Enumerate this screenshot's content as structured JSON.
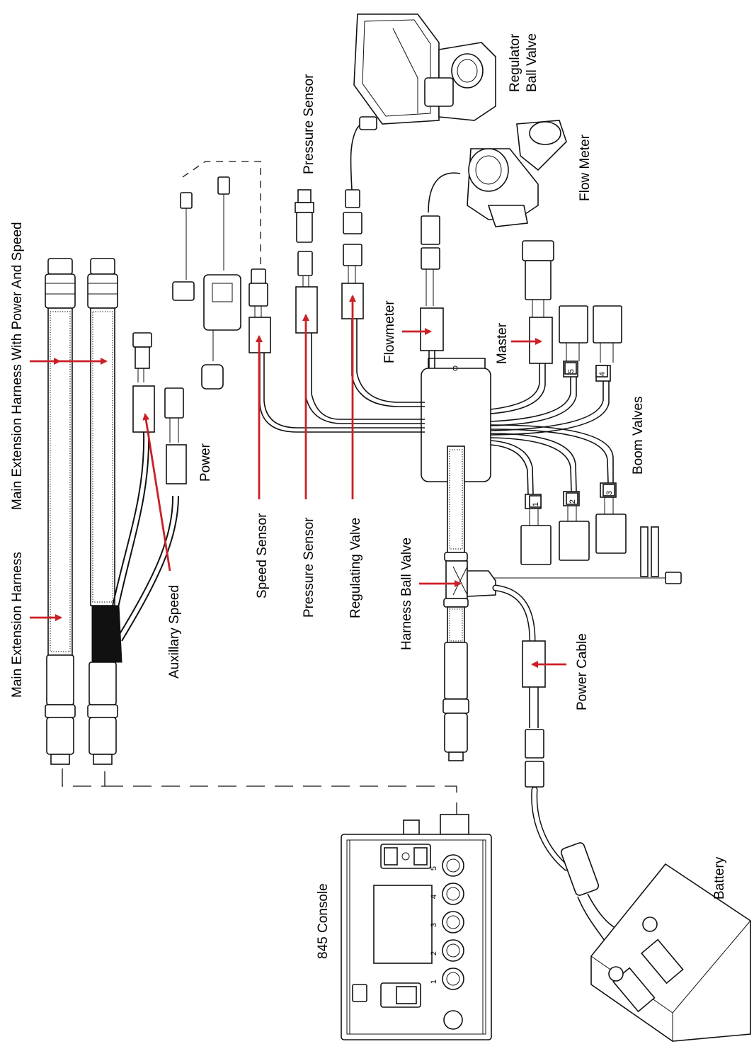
{
  "labels": {
    "main_extension_harness": "Main Extension Harness",
    "main_extension_harness_power_speed": "Main Extension Harness With Power And Speed",
    "auxillary_speed": "Auxillary Speed",
    "power": "Power",
    "speed_sensor": "Speed Sensor",
    "pressure_sensor_connector": "Pressure Sensor",
    "pressure_sensor_device": "Pressure Sensor",
    "regulating_valve": "Regulating Valve",
    "harness_ball_valve": "Harness Ball Valve",
    "flowmeter": "Flowmeter",
    "flow_meter_device": "Flow Meter",
    "regulator_ball_valve_line1": "Regulator",
    "regulator_ball_valve_line2": "Ball Valve",
    "master": "Master",
    "boom_valves": "Boom Valves",
    "power_cable": "Power Cable",
    "battery": "Battery",
    "console": "845 Console"
  },
  "boom_valve_numbers": [
    "1",
    "2",
    "3",
    "4",
    "5"
  ],
  "console_button_numbers": [
    "1",
    "2",
    "3",
    "4",
    "5"
  ],
  "colors": {
    "arrow": "#cc1f26",
    "line": "#111111"
  }
}
